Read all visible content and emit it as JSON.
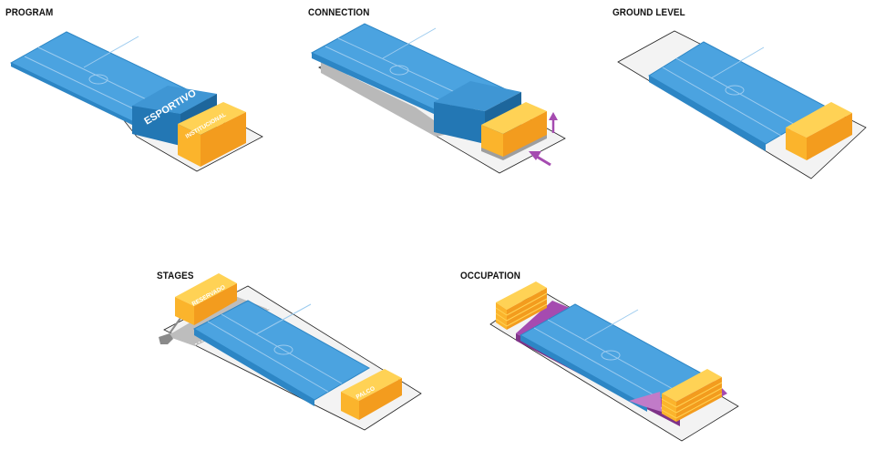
{
  "colors": {
    "court_top": "#4ba3e0",
    "court_side": "#2d86c5",
    "block_blue_top": "#3f96d4",
    "block_blue_front": "#2377b4",
    "block_blue_side": "#1d669c",
    "yellow_top": "#ffd255",
    "yellow_front": "#fbb42c",
    "yellow_side": "#f39c1e",
    "purple": "#a54bb0",
    "purple_light": "#c17bc8",
    "site": "#f3f3f3",
    "gray": "#b9b9b9"
  },
  "panels": [
    {
      "title": "PROGRAM",
      "labels": [
        "ESPORTIVO",
        "INSTITUCIONAL"
      ]
    },
    {
      "title": "CONNECTION",
      "labels": []
    },
    {
      "title": "GROUND LEVEL",
      "labels": []
    },
    {
      "title": "STAGES",
      "labels": [
        "RESERVADO",
        "PALCO"
      ]
    },
    {
      "title": "OCCUPATION",
      "labels": []
    }
  ]
}
